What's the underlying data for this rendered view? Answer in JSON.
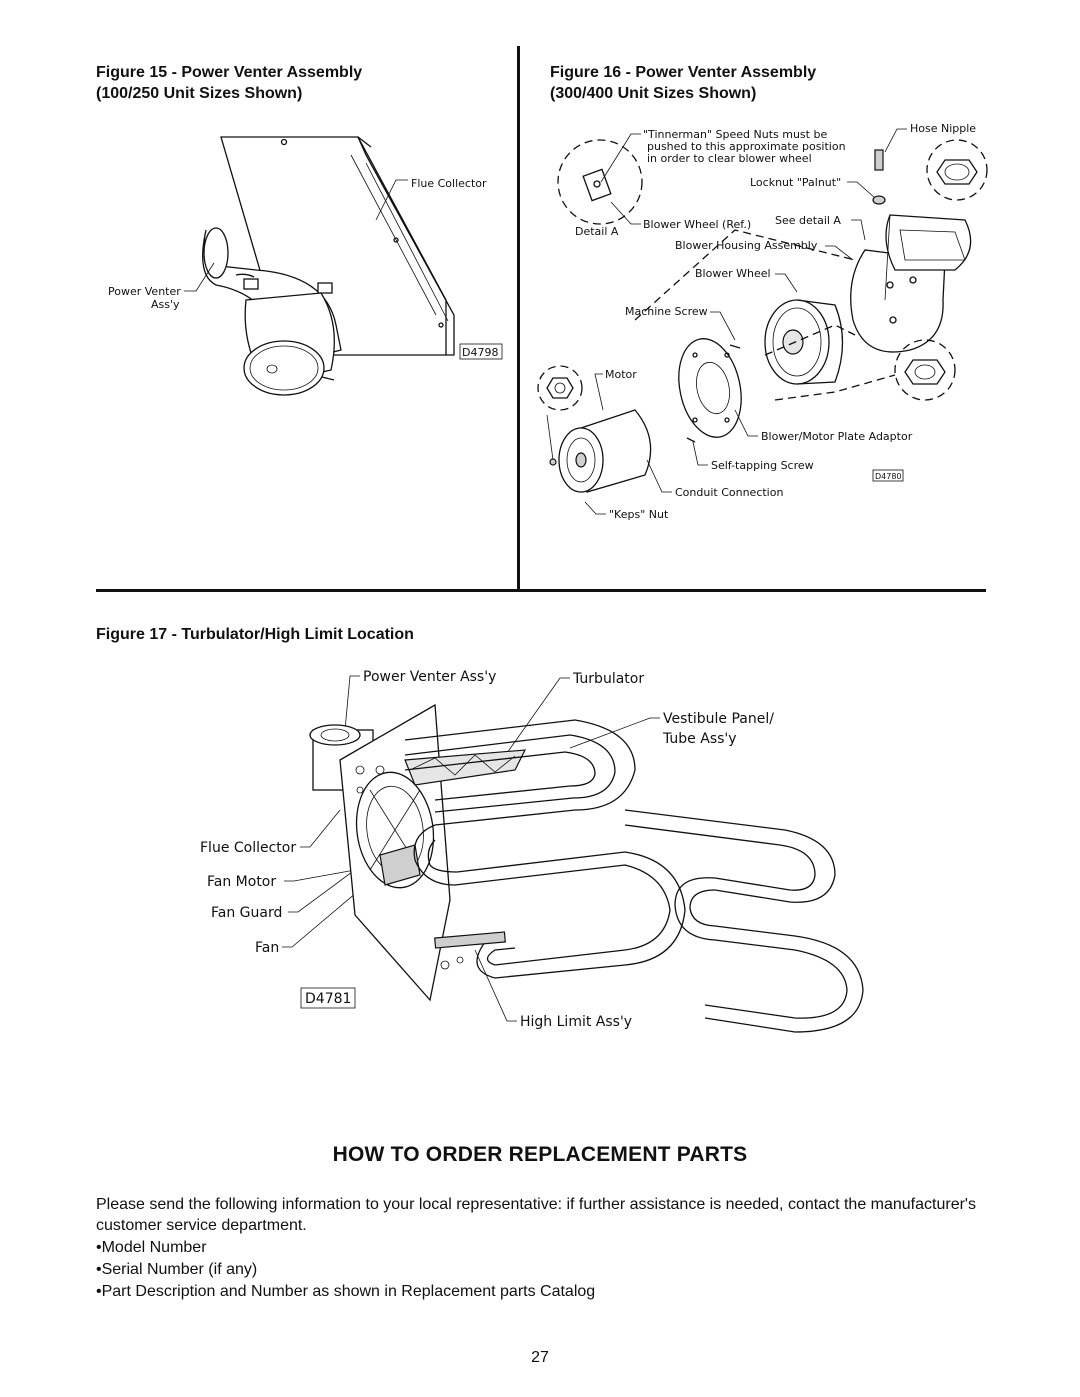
{
  "figures": {
    "fig15": {
      "title_line1": "Figure 15 - Power Venter Assembly",
      "title_line2": "(100/250 Unit Sizes Shown)",
      "labels": {
        "flue_collector": "Flue Collector",
        "power_venter_1": "Power Venter",
        "power_venter_2": "Ass'y",
        "drawing_code": "D4798"
      }
    },
    "fig16": {
      "title_line1": "Figure 16 - Power Venter Assembly",
      "title_line2": "(300/400 Unit Sizes Shown)",
      "labels": {
        "tinnerman_1": "\"Tinnerman\" Speed Nuts must be",
        "tinnerman_2": "pushed to this approximate position",
        "tinnerman_3": "in order to clear blower wheel",
        "hose_nipple": "Hose Nipple",
        "locknut": "Locknut \"Palnut\"",
        "detail_a": "Detail A",
        "blower_wheel_ref": "Blower Wheel (Ref.)",
        "see_detail_a": "See detail A",
        "blower_housing": "Blower Housing Assembly",
        "blower_wheel": "Blower Wheel",
        "machine_screw": "Machine Screw",
        "motor": "Motor",
        "blower_motor_plate": "Blower/Motor Plate Adaptor",
        "self_tapping": "Self-tapping Screw",
        "conduit": "Conduit Connection",
        "keps_nut": "\"Keps\" Nut",
        "drawing_code": "D4780"
      }
    },
    "fig17": {
      "title": "Figure 17 - Turbulator/High Limit Location",
      "labels": {
        "power_venter": "Power Venter Ass'y",
        "turbulator": "Turbulator",
        "vestibule_1": "Vestibule Panel/",
        "vestibule_2": "Tube Ass'y",
        "flue_collector": "Flue Collector",
        "fan_motor": "Fan Motor",
        "fan_guard": "Fan Guard",
        "fan": "Fan",
        "drawing_code": "D4781",
        "high_limit": "High Limit Ass'y"
      }
    }
  },
  "section": {
    "heading": "HOW TO ORDER REPLACEMENT PARTS",
    "intro": "Please send the following information to your local representative: if further assistance is needed, contact the manufacturer's customer service department.",
    "bullets": [
      "•Model Number",
      "•Serial Number (if any)",
      "•Part Description and Number as shown in Replacement parts Catalog"
    ]
  },
  "page_number": "27"
}
